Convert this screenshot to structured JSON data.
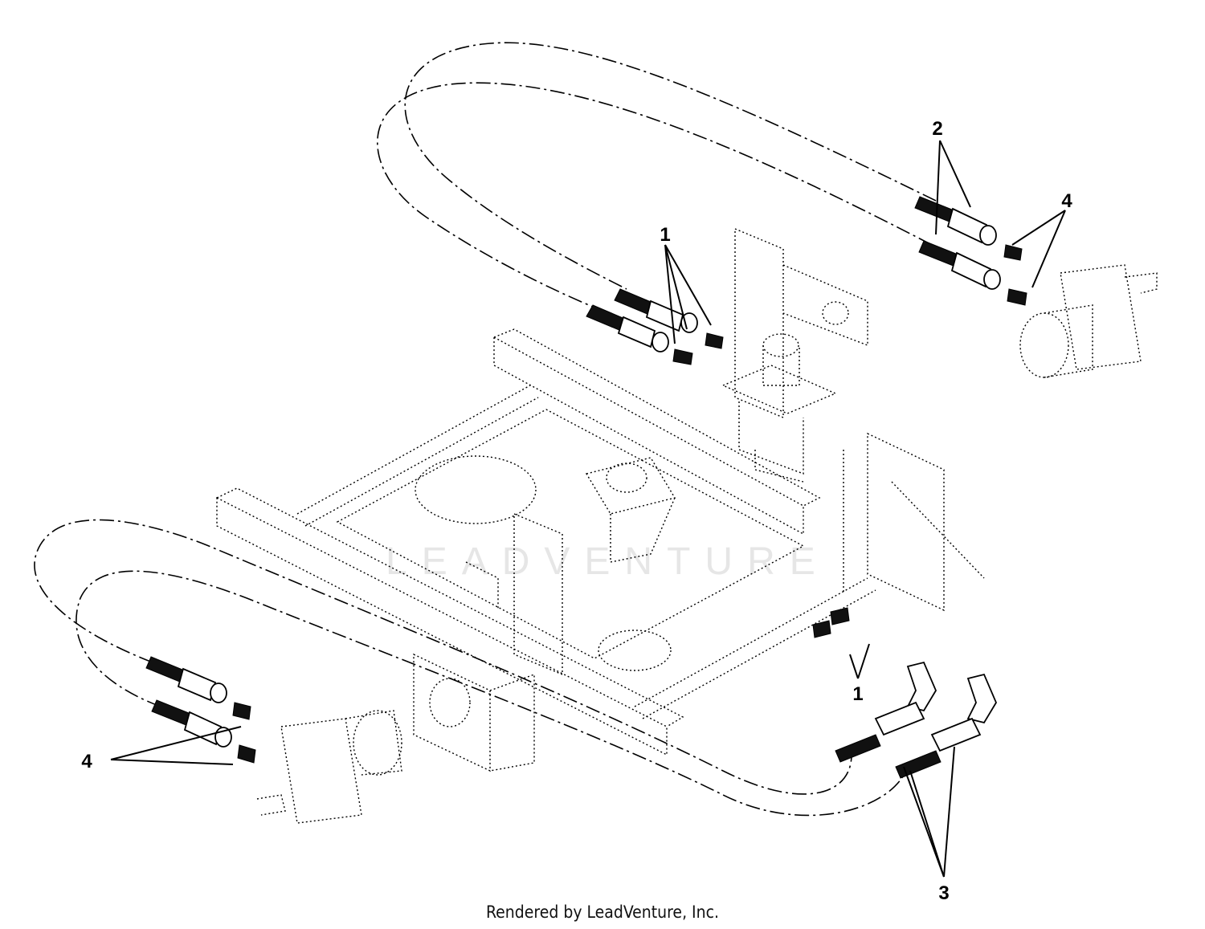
{
  "callouts": {
    "c1_top": "1",
    "c1_bottom": "1",
    "c2": "2",
    "c3": "3",
    "c4_right": "4",
    "c4_left": "4"
  },
  "watermark": {
    "text": "LEADVENTURE"
  },
  "footer": {
    "text": "Rendered by LeadVenture, Inc."
  },
  "colors": {
    "line": "#000000",
    "background": "#ffffff",
    "watermark": "#e6e6e6"
  }
}
